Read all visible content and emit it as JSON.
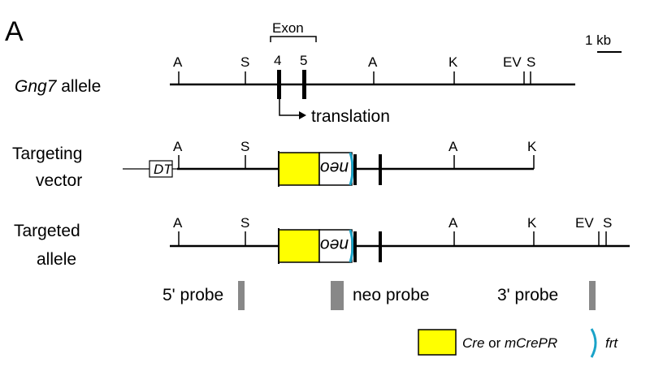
{
  "panel_label": "A",
  "scale_bar": "1 kb",
  "exon_header": "Exon",
  "exon_numbers": [
    "4",
    "5"
  ],
  "translation_label": "translation",
  "rows": {
    "gng7": {
      "label_italic": "Gng7",
      "label_rest": " allele",
      "sites": [
        "A",
        "S",
        "A",
        "K",
        "EV",
        "S"
      ]
    },
    "vector": {
      "label_line1": "Targeting",
      "label_line2": "vector",
      "dt_label": "DT",
      "neo_label": "neo",
      "sites": [
        "A",
        "S",
        "A",
        "K"
      ]
    },
    "targeted": {
      "label_line1": "Targeted",
      "label_line2": "allele",
      "neo_label": "neo",
      "sites": [
        "A",
        "S",
        "A",
        "K",
        "EV",
        "S"
      ]
    }
  },
  "probes": {
    "five_prime": "5' probe",
    "neo": "neo probe",
    "three_prime": "3' probe"
  },
  "legend": {
    "cre_italic_1": "Cre",
    "cre_or": " or ",
    "cre_italic_2": "mCrePR",
    "frt": "frt"
  },
  "colors": {
    "cassette": "#ffff00",
    "frt": "#1aa3c8",
    "probe": "#888888",
    "line": "#000000"
  }
}
